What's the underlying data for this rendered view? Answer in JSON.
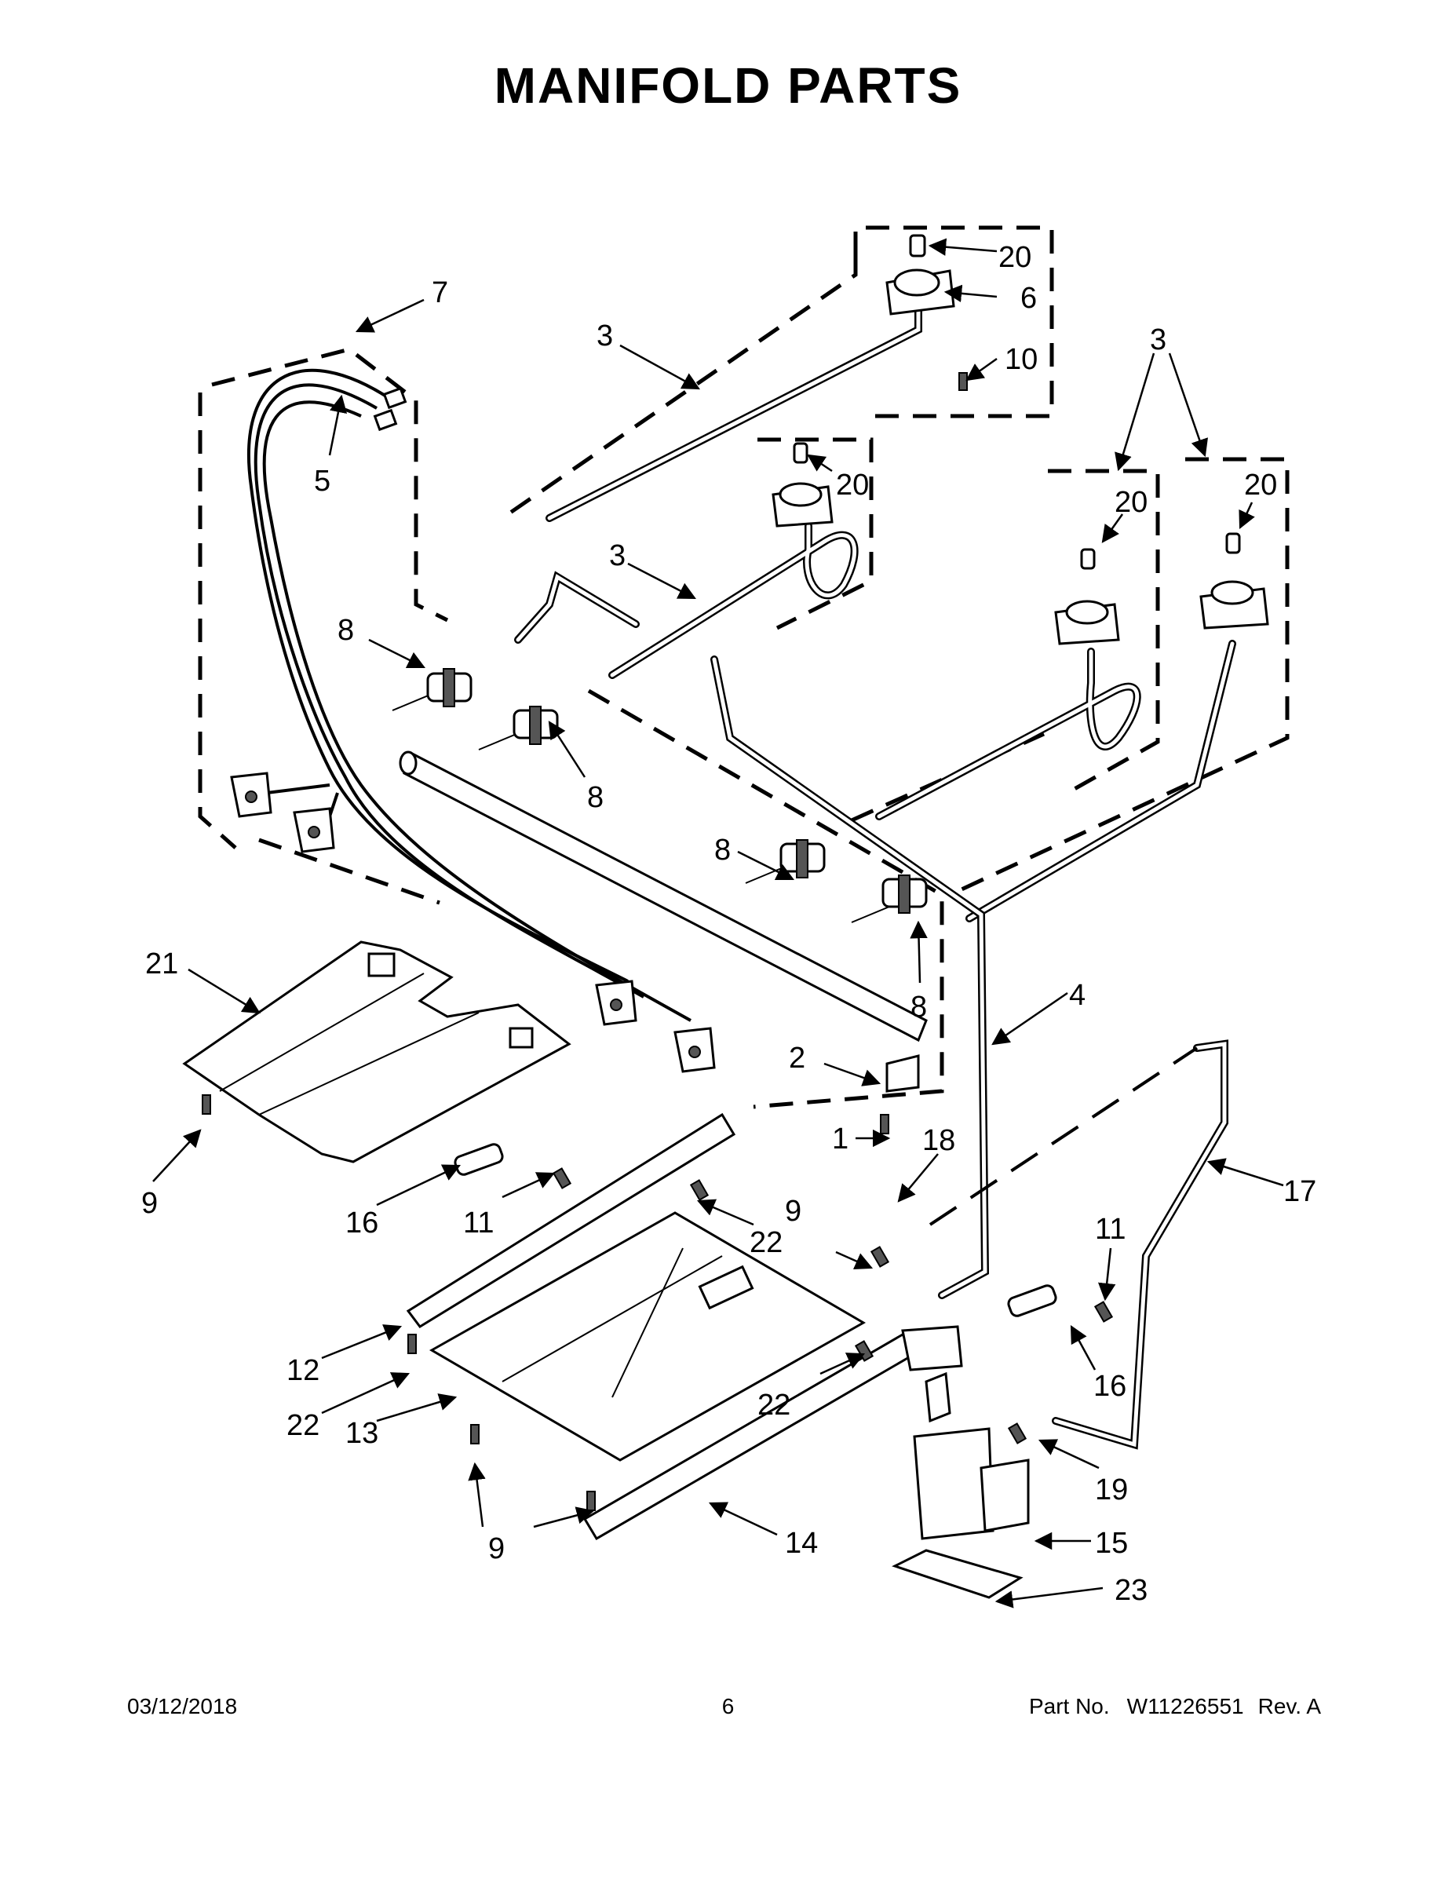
{
  "title": "MANIFOLD PARTS",
  "callouts": {
    "c1": "1",
    "c2": "2",
    "c3a": "3",
    "c3b": "3",
    "c3c": "3",
    "c4": "4",
    "c5": "5",
    "c6": "6",
    "c7": "7",
    "c8a": "8",
    "c8b": "8",
    "c8c": "8",
    "c8d": "8",
    "c9a": "9",
    "c9b": "9",
    "c9c": "9",
    "c10": "10",
    "c11a": "11",
    "c11b": "11",
    "c12": "12",
    "c13": "13",
    "c14": "14",
    "c15": "15",
    "c16a": "16",
    "c16b": "16",
    "c17": "17",
    "c18": "18",
    "c19": "19",
    "c20a": "20",
    "c20b": "20",
    "c20c": "20",
    "c20d": "20",
    "c21": "21",
    "c22a": "22",
    "c22b": "22",
    "c22c": "22",
    "c23": "23"
  },
  "footer": {
    "date": "03/12/2018",
    "page": "6",
    "part_label": "Part No.",
    "part_number": "W11226551",
    "revision": "Rev. A"
  }
}
